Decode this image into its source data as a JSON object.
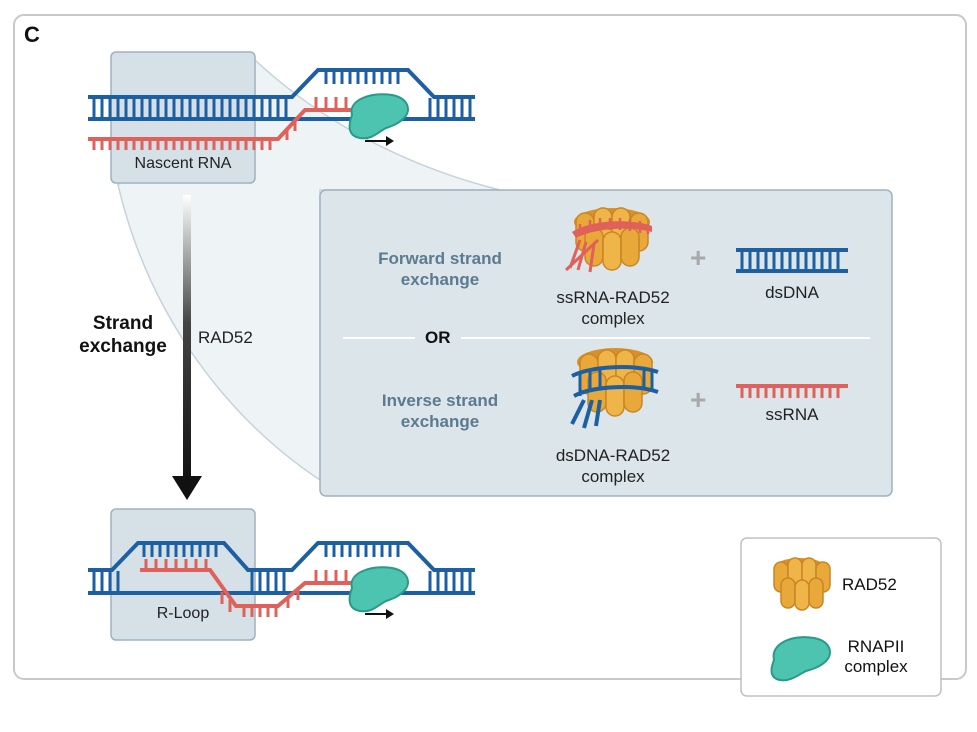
{
  "panel_label": "C",
  "top_region_label": "Nascent RNA",
  "bottom_region_label": "R-Loop",
  "strand_exchange_label_line1": "Strand",
  "strand_exchange_label_line2": "exchange",
  "rad52_arrow_label": "RAD52",
  "forward": {
    "title_line1": "Forward strand",
    "title_line2": "exchange",
    "complex_line1": "ssRNA-RAD52",
    "complex_line2": "complex",
    "partner": "dsDNA"
  },
  "or_label": "OR",
  "inverse": {
    "title_line1": "Inverse strand",
    "title_line2": "exchange",
    "complex_line1": "dsDNA-RAD52",
    "complex_line2": "complex",
    "partner": "ssRNA"
  },
  "plus_sign": "+",
  "legend": {
    "rad52_label": "RAD52",
    "rnapii_line1": "RNAPII",
    "rnapii_line2": "complex"
  },
  "colors": {
    "dna_blue": "#1d5fa3",
    "rna_red": "#e0605a",
    "rad52_orange": "#e8a93a",
    "rnapii_teal": "#4cc4b0",
    "box_fill": "#d5e1e7",
    "box_stroke": "#9db2bf"
  }
}
